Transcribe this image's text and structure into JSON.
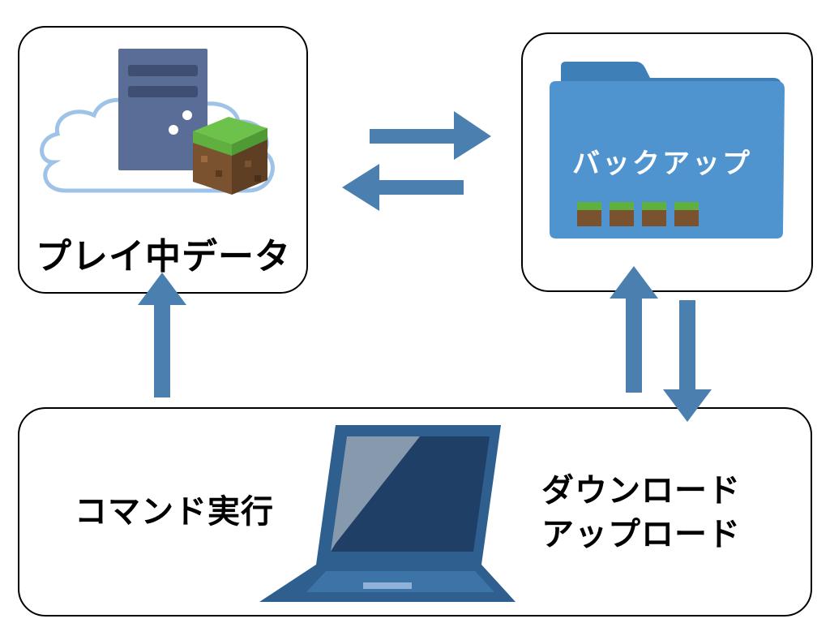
{
  "nodes": {
    "play_data": {
      "label": "プレイ中データ"
    },
    "backup": {
      "label": "バックアップ"
    },
    "pc": {
      "command_label": "コマンド実行",
      "download_label": "ダウンロード",
      "upload_label": "アップロード"
    }
  },
  "edges": [
    {
      "from": "play_data",
      "to": "backup"
    },
    {
      "from": "backup",
      "to": "play_data"
    },
    {
      "from": "pc",
      "to": "play_data"
    },
    {
      "from": "pc",
      "to": "backup"
    },
    {
      "from": "backup",
      "to": "pc"
    }
  ],
  "icons": [
    "cloud-server-icon",
    "grass-block-icon",
    "folder-icon",
    "laptop-icon"
  ],
  "colors": {
    "arrow": "#4a7fb0",
    "folder": "#4f94cf",
    "folder_tab": "#3f7fb8",
    "laptop": "#2e5f8f",
    "screen": "#1f3f66",
    "server": "#5a6d96",
    "cloud_stroke": "#9fc3e6",
    "grass": "#5fb03e",
    "dirt": "#7a5230"
  }
}
